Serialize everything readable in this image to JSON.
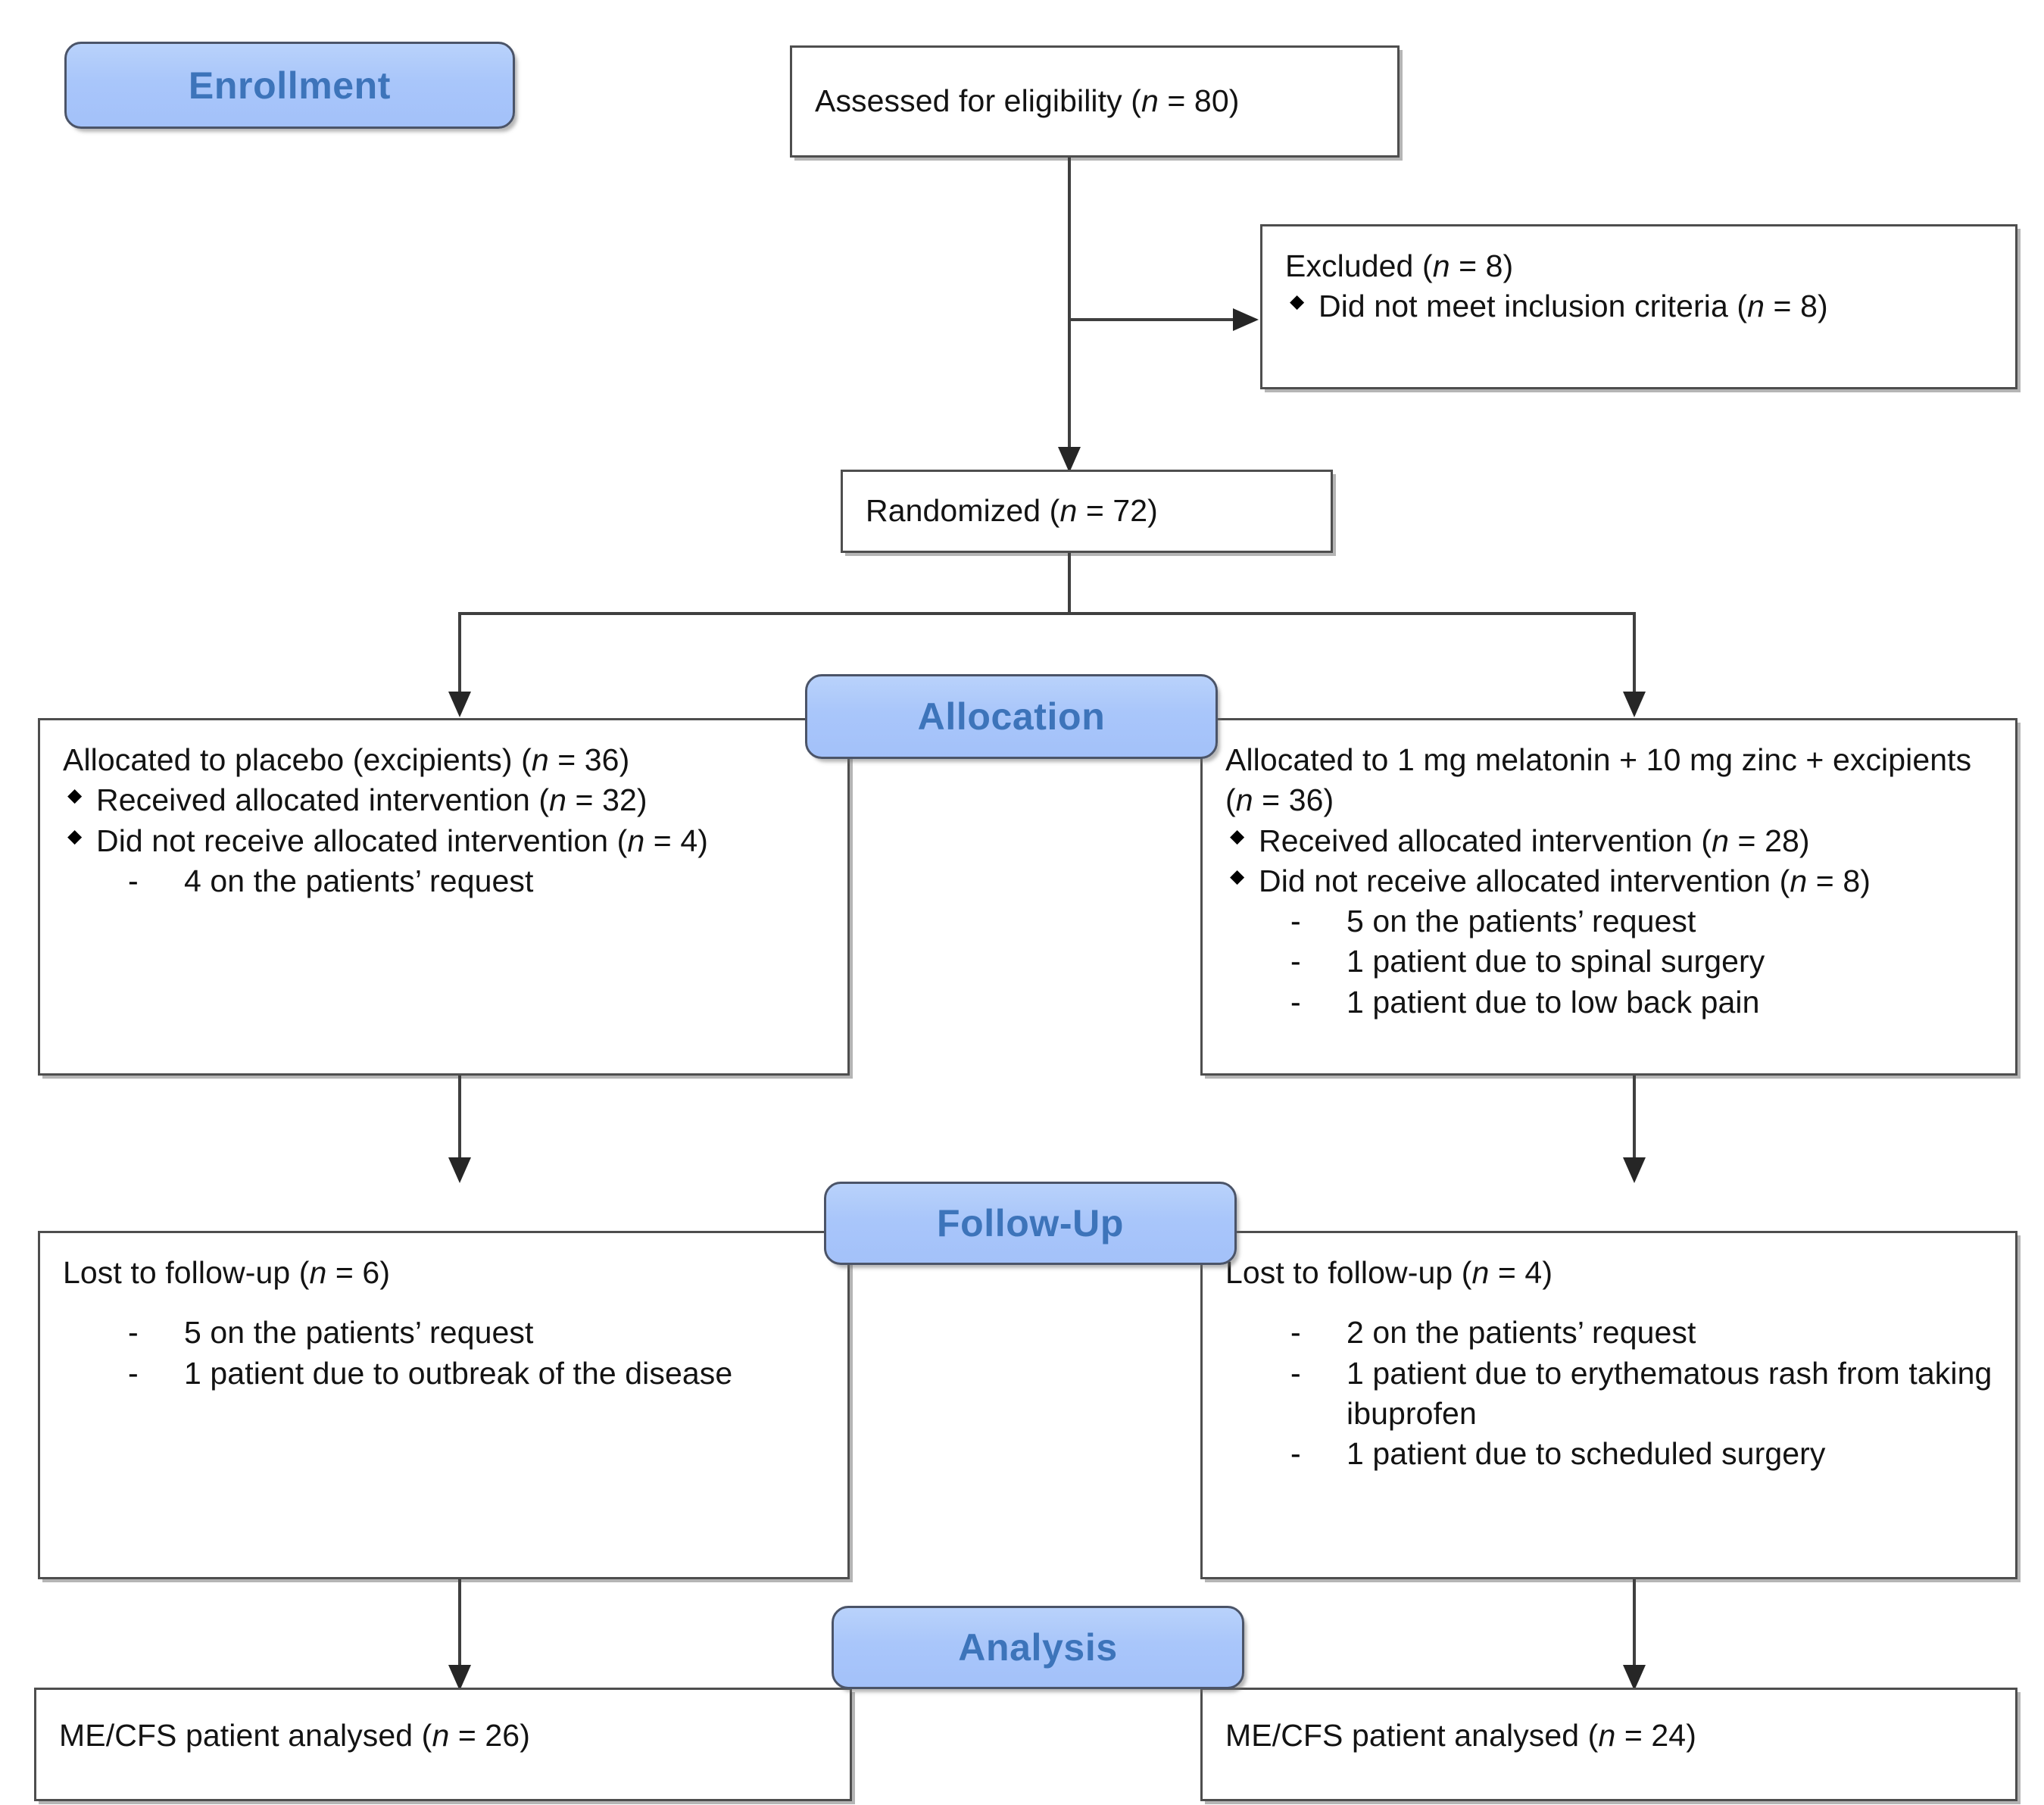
{
  "diagram": {
    "title": "CONSORT participant flow diagram",
    "accent_color": "#a9c6fa",
    "accent_text_color": "#3d74ba",
    "border_color": "#4e4e4e"
  },
  "stages": {
    "enrollment": "Enrollment",
    "allocation": "Allocation",
    "followup": "Follow-Up",
    "analysis": "Analysis"
  },
  "assessed": {
    "line1_pre": "Assessed for eligibility (",
    "line1_n": "n",
    "line1_post": " = 80)"
  },
  "excluded": {
    "heading_pre": "Excluded (",
    "heading_n": "n",
    "heading_post": " = 8)",
    "item1_pre": "Did not meet inclusion criteria (",
    "item1_n": "n",
    "item1_post": " = 8)"
  },
  "randomized": {
    "line1_pre": "Randomized  (",
    "line1_n": "n",
    "line1_post": " = 72)"
  },
  "allocation_left": {
    "heading_pre": "Allocated to placebo  (excipients) (",
    "heading_n": "n",
    "heading_post": " = 36)",
    "bullet1_pre": "Received  allocated intervention (",
    "bullet1_n": "n",
    "bullet1_post": " = 32)",
    "bullet2_pre": "Did not receive  allocated intervention  (",
    "bullet2_n": "n",
    "bullet2_post": " = 4)",
    "sub1": "4 on the patients’ request"
  },
  "allocation_right": {
    "heading_pre": "Allocated to 1  mg melatonin + 10 mg zinc + excipients (",
    "heading_n": "n",
    "heading_post": " = 36)",
    "bullet1_pre": "Received  allocated intervention  (",
    "bullet1_n": "n",
    "bullet1_post": " = 28)",
    "bullet2_pre": "Did not receive  allocated intervention  (",
    "bullet2_n": "n",
    "bullet2_post": " = 8)",
    "sub1": "5 on the patients’ request",
    "sub2": "1 patient due to spinal surgery",
    "sub3": "1 patient due to low back pain"
  },
  "followup_left": {
    "heading_pre": "Lost to follow-up  (",
    "heading_n": "n",
    "heading_post": " = 6)",
    "sub1": "5 on the patients’ request",
    "sub2": "1 patient due to outbreak of the  disease"
  },
  "followup_right": {
    "heading_pre": "Lost to follow-up  (",
    "heading_n": "n",
    "heading_post": " = 4)",
    "sub1": "2 on the patients’ request",
    "sub2": "1 patient due to erythematous rash from taking ibuprofen",
    "sub3": "1 patient due to scheduled surgery"
  },
  "analysis_left": {
    "line1_pre": "ME/CFS patient analysed (",
    "line1_n": "n",
    "line1_post": " = 26)"
  },
  "analysis_right": {
    "line1_pre": "ME/CFS patient analysed (",
    "line1_n": "n",
    "line1_post": " = 24)"
  }
}
